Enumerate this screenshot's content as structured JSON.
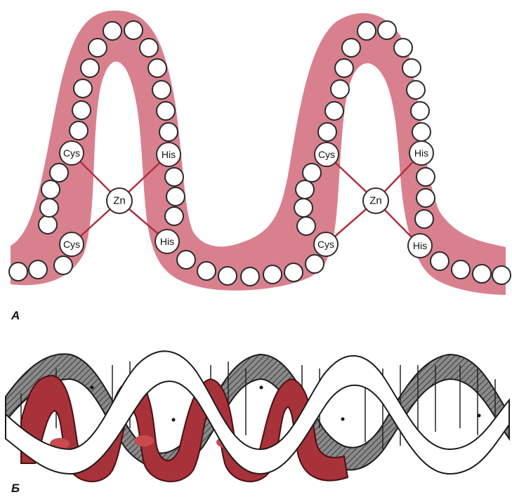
{
  "panel_a": {
    "label": "А",
    "fingers": [
      {
        "cys_top": "Cys",
        "cys_bottom": "Cys",
        "his_top": "His",
        "his_bottom": "His",
        "center": "Zn"
      },
      {
        "cys_top": "Cys",
        "cys_bottom": "Cys",
        "his_top": "His",
        "his_bottom": "His",
        "center": "Zn"
      }
    ]
  },
  "panel_b": {
    "label": "Б"
  },
  "colors": {
    "finger_fill": "#d9808e",
    "helix_dark": "#6b6b6b",
    "protein_red": "#a8323a",
    "bond_line": "#b03040"
  },
  "icons": [
    "amino-acid-bead",
    "zinc-ion",
    "dna-double-helix",
    "zinc-finger-protein"
  ]
}
